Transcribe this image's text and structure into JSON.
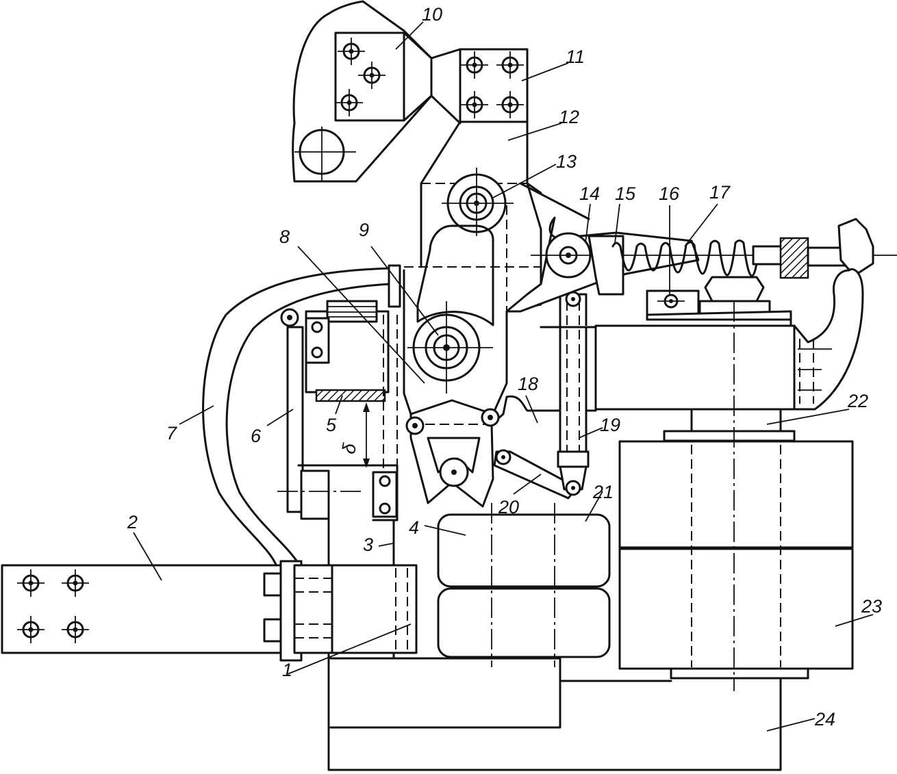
{
  "labels": {
    "l1": "1",
    "l2": "2",
    "l3": "3",
    "l4": "4",
    "l5": "5",
    "l6": "6",
    "l7": "7",
    "l8": "8",
    "l9": "9",
    "l10": "10",
    "l11": "11",
    "l12": "12",
    "l13": "13",
    "l14": "14",
    "l15": "15",
    "l16": "16",
    "l17": "17",
    "l18": "18",
    "l19": "19",
    "l20": "20",
    "l21": "21",
    "l22": "22",
    "l23": "23",
    "l24": "24",
    "gap": "δ"
  }
}
